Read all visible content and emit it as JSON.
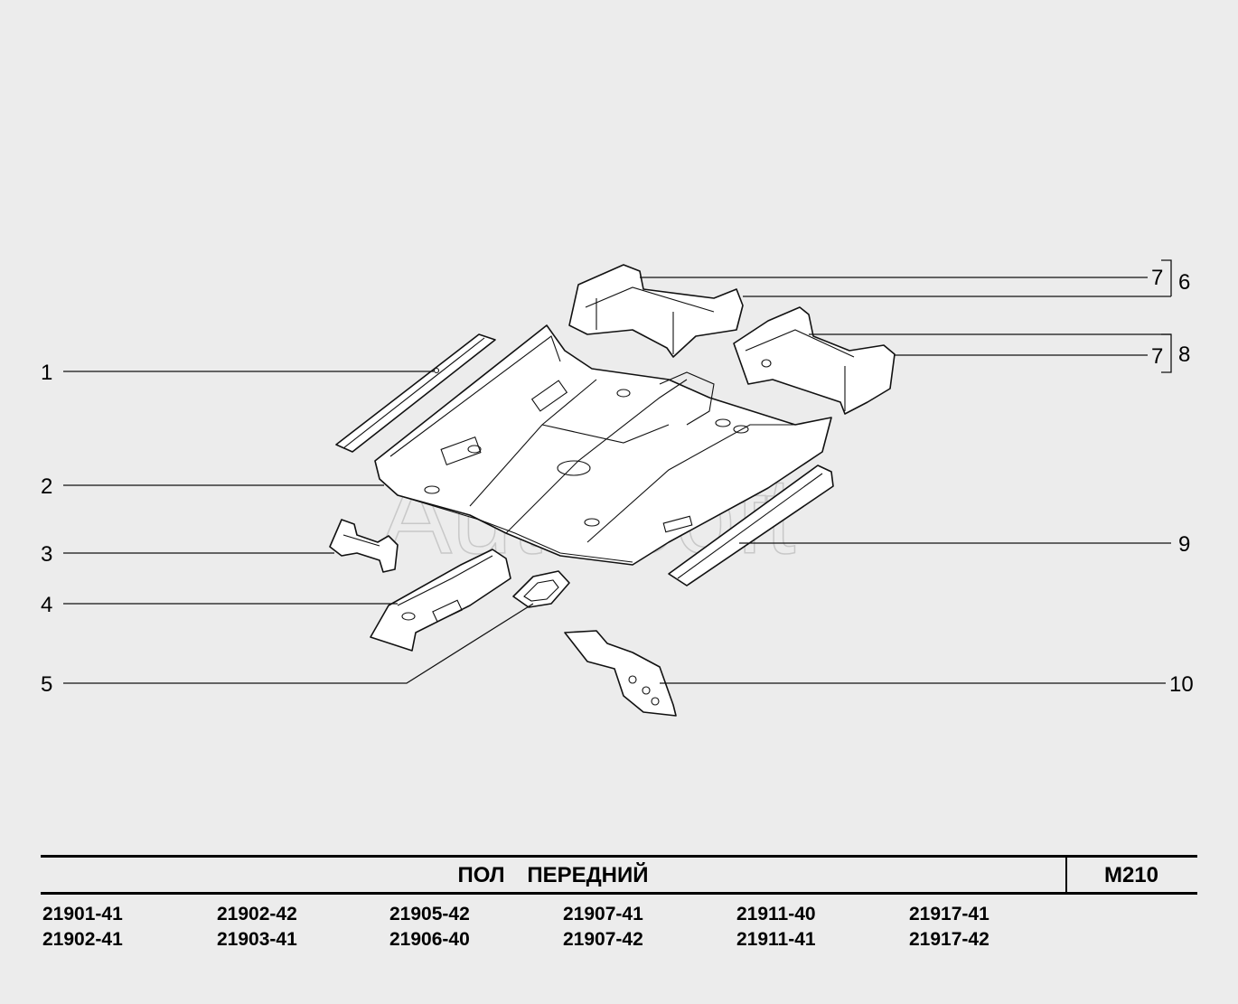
{
  "callouts": {
    "c1": "1",
    "c2": "2",
    "c3": "3",
    "c4": "4",
    "c5": "5",
    "c6": "6",
    "c7a": "7",
    "c7b": "7",
    "c8": "8",
    "c9": "9",
    "c10": "10"
  },
  "watermark": "AutoSoft",
  "title_block": {
    "title": "ПОЛ   ПЕРЕДНИЙ",
    "code": "M210"
  },
  "models": [
    "21901-41",
    "21902-42",
    "21905-42",
    "21907-41",
    "21911-40",
    "21917-41",
    "21902-41",
    "21903-41",
    "21906-40",
    "21907-42",
    "21911-41",
    "21917-42"
  ]
}
